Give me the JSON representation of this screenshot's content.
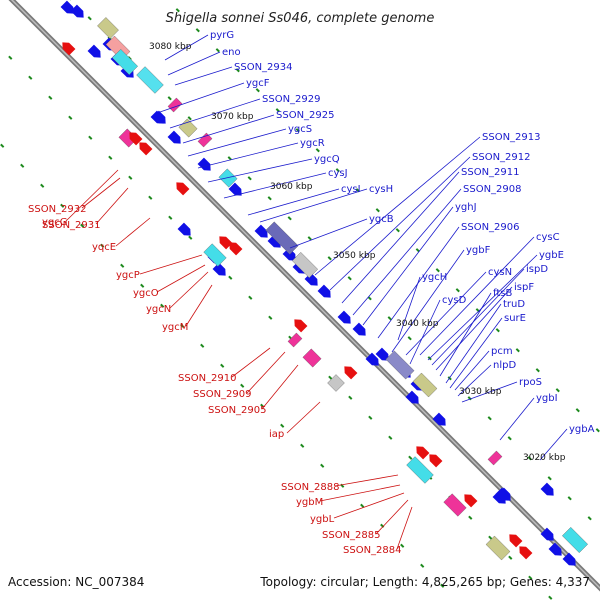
{
  "title": "Shigella sonnei Ss046, complete genome",
  "footer": {
    "accession": "Accession: NC_007384",
    "topology": "Topology: circular; Length: 4,825,265 bp; Genes: 4,337"
  },
  "colors": {
    "backbone": "#808080",
    "forward_gene": "#1010e6",
    "reverse_gene": "#e61010",
    "tick": "#1e8a1e",
    "label_blue": "#1a1acc",
    "label_red": "#cc1111"
  },
  "kbp_markers": [
    "3080 kbp",
    "3070 kbp",
    "3060 kbp",
    "3050 kbp",
    "3040 kbp",
    "3030 kbp",
    "3020 kbp"
  ],
  "forward_labels": [
    "pyrG",
    "eno",
    "SSON_2934",
    "ygcF",
    "SSON_2929",
    "SSON_2925",
    "ygcS",
    "ygcR",
    "ygcQ",
    "cysJ",
    "cysI",
    "cysH",
    "ygcB",
    "SSON_2913",
    "SSON_2912",
    "SSON_2911",
    "SSON_2908",
    "yghJ",
    "SSON_2906",
    "ygbF",
    "ygcH",
    "cysC",
    "ygbE",
    "cysN",
    "ispD",
    "ispF",
    "cysD",
    "ftsB",
    "truD",
    "surE",
    "pcm",
    "nlpD",
    "rpoS",
    "ygbI",
    "ygbA"
  ],
  "reverse_labels": [
    "ygcG",
    "SSON_2932",
    "SSON_2931",
    "yqcE",
    "ygcP",
    "ygcO",
    "ygcN",
    "ygcM",
    "SSON_2910",
    "SSON_2909",
    "SSON_2905",
    "iap",
    "SSON_2888",
    "ygbM",
    "ygbL",
    "SSON_2885",
    "SSON_2884"
  ]
}
